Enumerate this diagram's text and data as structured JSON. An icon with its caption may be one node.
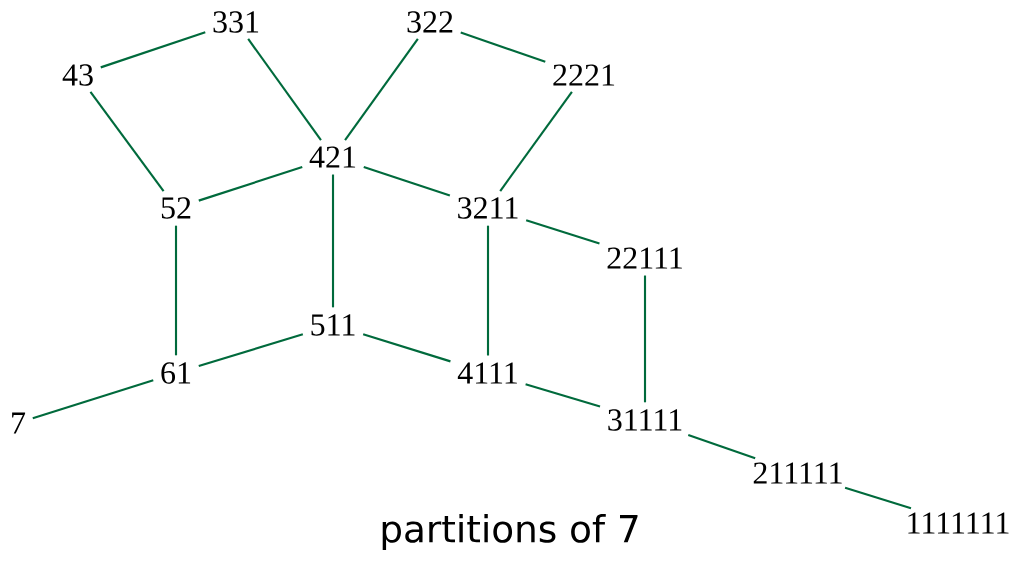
{
  "diagram": {
    "caption": "partitions of 7",
    "nodes": [
      {
        "text": [
          "331"
        ]
      },
      {
        "text": [
          "322"
        ]
      },
      {
        "text": [
          "43"
        ]
      },
      {
        "text": [
          "2221"
        ]
      },
      {
        "text": [
          "421"
        ]
      },
      {
        "text": [
          "52"
        ]
      },
      {
        "text": [
          "3211"
        ]
      },
      {
        "text": [
          "22111"
        ]
      },
      {
        "text": [
          "511"
        ]
      },
      {
        "text": [
          "61"
        ]
      },
      {
        "text": [
          "4111"
        ]
      },
      {
        "text": [
          "7"
        ]
      },
      {
        "text": [
          "31111"
        ]
      },
      {
        "text": [
          "211111"
        ]
      },
      {
        "text": [
          "1111111"
        ]
      }
    ],
    "edges": [
      {
        "from": 2,
        "to": 0,
        "arrow": "none"
      },
      {
        "from": 0,
        "to": 4,
        "arrow": "none"
      },
      {
        "from": 1,
        "to": 4,
        "arrow": "none"
      },
      {
        "from": 1,
        "to": 3,
        "arrow": "none"
      },
      {
        "from": 2,
        "to": 5,
        "arrow": "none"
      },
      {
        "from": 5,
        "to": 4,
        "arrow": "none"
      },
      {
        "from": 4,
        "to": 6,
        "arrow": "none"
      },
      {
        "from": 3,
        "to": 6,
        "arrow": "none"
      },
      {
        "from": 4,
        "to": 8,
        "arrow": "none"
      },
      {
        "from": 5,
        "to": 9,
        "arrow": "none"
      },
      {
        "from": 6,
        "to": 10,
        "arrow": "none"
      },
      {
        "from": 6,
        "to": 7,
        "arrow": "none"
      },
      {
        "from": 7,
        "to": 12,
        "arrow": "none"
      },
      {
        "from": 9,
        "to": 8,
        "arrow": "none"
      },
      {
        "from": 8,
        "to": 10,
        "arrow": "none"
      },
      {
        "from": 11,
        "to": 9,
        "arrow": "none"
      },
      {
        "from": 10,
        "to": 12,
        "arrow": "none"
      },
      {
        "from": 12,
        "to": 13,
        "arrow": "none"
      },
      {
        "from": 13,
        "to": 14,
        "arrow": "none"
      }
    ]
  }
}
